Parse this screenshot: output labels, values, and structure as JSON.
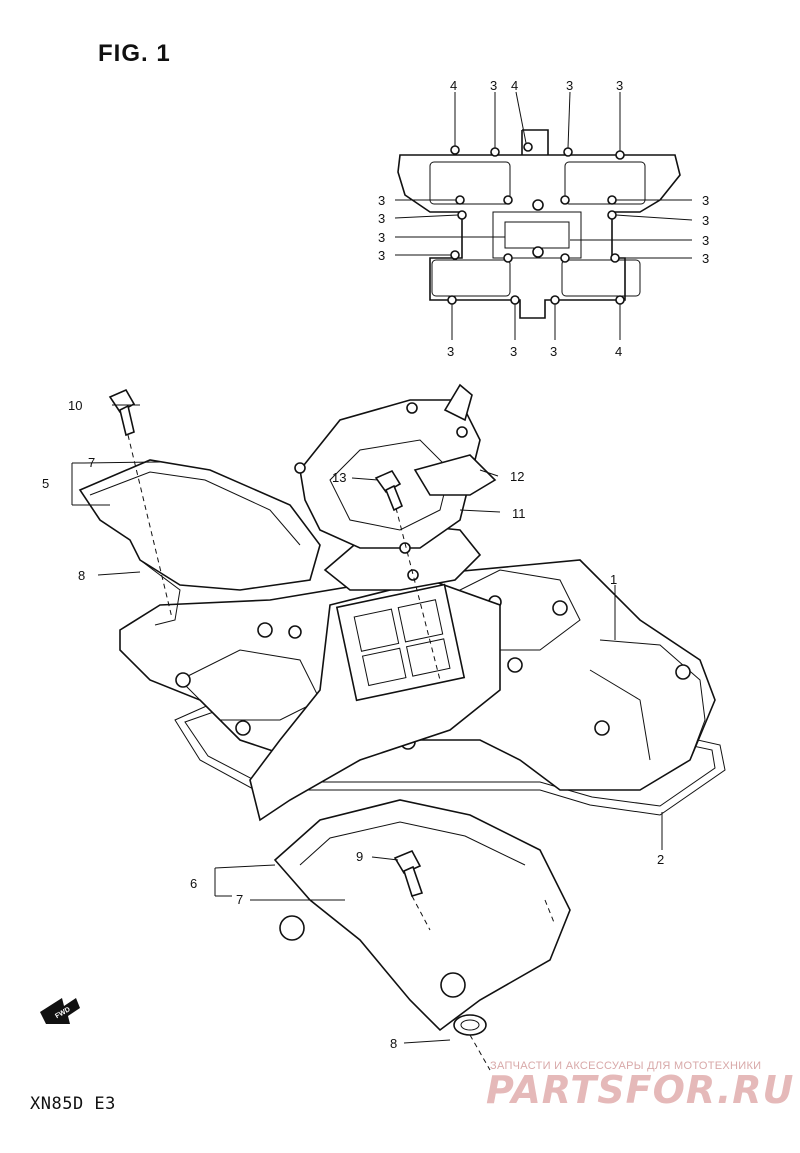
{
  "figure": {
    "title": "FIG. 1",
    "model_code": "XN85D E3"
  },
  "orientation_badge": {
    "text": "FWD"
  },
  "watermark": {
    "tagline": "ЗАПЧАСТИ И АКСЕССУАРЫ ДЛЯ МОТОТЕХНИКИ",
    "brand": "PARTSFOR.RU",
    "color": "#e5b9b9"
  },
  "inset_callouts": {
    "top": [
      "4",
      "3",
      "4",
      "3",
      "3"
    ],
    "left": [
      "3",
      "3",
      "3",
      "3"
    ],
    "right": [
      "3",
      "3",
      "3",
      "3"
    ],
    "bottom": [
      "3",
      "3",
      "3",
      "4"
    ]
  },
  "part_callouts": {
    "p1": "1",
    "p2": "2",
    "p5": "5",
    "p6": "6",
    "p7a": "7",
    "p7b": "7",
    "p8a": "8",
    "p8b": "8",
    "p9": "9",
    "p10": "10",
    "p11": "11",
    "p12": "12",
    "p13": "13"
  }
}
